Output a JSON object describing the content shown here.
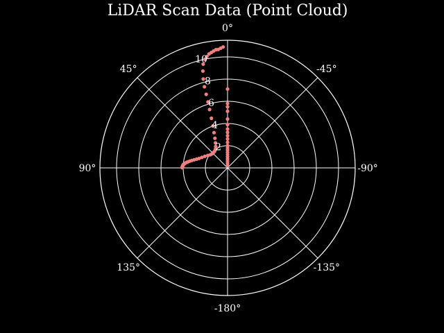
{
  "chart_data": {
    "type": "scatter",
    "projection": "polar",
    "title": "LiDAR Scan Data (Point Cloud)",
    "theta_zero": "top",
    "theta_direction": "counterclockwise",
    "angle_tick_labels": [
      "0°",
      "45°",
      "90°",
      "135°",
      "-180°",
      "-135°",
      "-90°",
      "-45°"
    ],
    "r_ticks": [
      2,
      4,
      6,
      8,
      10
    ],
    "r_tick_labels": [
      "2",
      "4",
      "6",
      "8",
      "10"
    ],
    "rlim": [
      0,
      11.5
    ],
    "grid": true,
    "background": "#000000",
    "grid_color": "#ffffff",
    "point_color": "#f08080",
    "series": [
      {
        "theta_deg": [
          0,
          0,
          0,
          0,
          0,
          0,
          0,
          0,
          0,
          0,
          0,
          0,
          0,
          0,
          0,
          0,
          0,
          0,
          0,
          0,
          0,
          2.1,
          3.3,
          4.5,
          5.6,
          6.8,
          8.0,
          9.2,
          10.5,
          11.8,
          13.2,
          14.3,
          15.3,
          15.9,
          16.2,
          16.5,
          17.1,
          18.0,
          19.3,
          21.0,
          23.1,
          25.8,
          29.1,
          33.1,
          37.6,
          42.5,
          47.5,
          52.6,
          57.8,
          63.0,
          67.8,
          71.5,
          74.2,
          76.4,
          78.3,
          79.8,
          81.2,
          82.3,
          83.4,
          84.3,
          85.1,
          85.8,
          86.5,
          87.1,
          87.6,
          88.1,
          88.6,
          89.0,
          89.4,
          89.7
        ],
        "r": [
          0.2,
          0.4,
          0.6,
          0.8,
          1.0,
          1.2,
          1.4,
          1.6,
          1.8,
          2.0,
          2.3,
          2.6,
          2.9,
          3.2,
          3.5,
          3.9,
          4.4,
          5.1,
          5.5,
          5.8,
          7.1,
          10.9,
          10.8,
          10.7,
          10.7,
          10.6,
          10.5,
          10.4,
          10.2,
          10.0,
          9.6,
          9.0,
          8.3,
          7.6,
          6.9,
          6.2,
          5.5,
          4.7,
          4.0,
          3.4,
          2.9,
          2.5,
          2.2,
          2.0,
          1.9,
          1.88,
          1.88,
          1.95,
          2.1,
          2.3,
          2.5,
          2.7,
          2.9,
          3.1,
          3.3,
          3.45,
          3.6,
          3.72,
          3.82,
          3.9,
          3.96,
          4.0,
          4.02,
          4.04,
          4.05,
          4.06,
          4.07,
          4.08,
          4.08,
          4.09
        ]
      }
    ]
  }
}
